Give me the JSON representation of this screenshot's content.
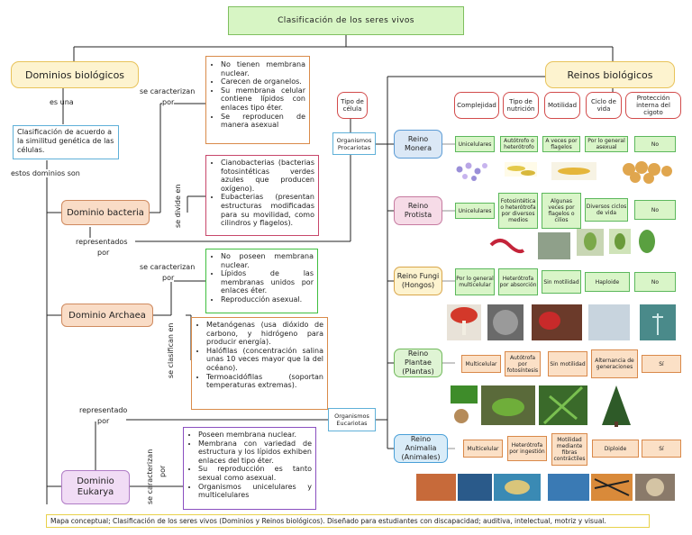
{
  "title": "Clasificación de los seres vivos",
  "dominios": {
    "label": "Dominios biológicos",
    "es_una": "es una",
    "definicion": "Clasificación de acuerdo a la similitud genética de las células.",
    "estos_son": "estos dominios son",
    "bacteria": {
      "label": "Dominio bacteria",
      "se_caracterizan": "se caracterizan",
      "por": "por",
      "caracteristicas": [
        "No tienen membrana nuclear.",
        "Carecen de organelos.",
        "Su membrana celular contiene lípidos con enlaces tipo éter.",
        "Se reproducen de manera asexual"
      ],
      "se_divide_en": "se divide en",
      "divisiones": [
        "Cianobacterias (bacterias fotosintéticas verdes azules que producen oxígeno).",
        "Eubacterias (presentan estructuras modificadas para su movilidad, como cilindros y flagelos)."
      ],
      "representados": "representados",
      "por2": "por"
    },
    "archaea": {
      "label": "Dominio Archaea",
      "se_caracterizan": "se caracterizan",
      "por": "por",
      "caracteristicas": [
        "No poseen membrana nuclear.",
        "Lípidos de las membranas unidos por enlaces éter.",
        "Reproducción asexual."
      ],
      "se_clasifican_en": "se clasifican en",
      "clases": [
        "Metanógenas (usa dióxido de carbono, y hidrógeno para producir energía).",
        "Halófilas (concentración salina unas 10 veces mayor que la del océano).",
        "Termoacidófilas (soportan temperaturas extremas)."
      ]
    },
    "eukarya": {
      "label": "Dominio Eukarya",
      "representado": "representado",
      "por": "por",
      "se_caracterizan": "se caracterizan",
      "por2": "por",
      "caracteristicas": [
        "Poseen membrana nuclear.",
        "Membrana con variedad de estructura y los lípidos exhiben enlaces del tipo éter.",
        "Su reproducción es tanto sexual como asexual.",
        "Organismos unicelulares y multicelulares"
      ]
    }
  },
  "organismos": {
    "tipo_celula": "Tipo de célula",
    "procariotas": "Organismos Procariotas",
    "eucariotas": "Organismos Eucariotas"
  },
  "reinos": {
    "label": "Reinos biológicos",
    "headers": [
      "Complejidad",
      "Tipo de nutrición",
      "Motilidad",
      "Ciclo de vida",
      "Protección interna del cigoto"
    ],
    "rows": [
      {
        "name": "Reino Monera",
        "cells": [
          "Unicelulares",
          "Autótrofo o heterótrofo",
          "A veces por flagelos",
          "Por lo general asexual",
          "No"
        ]
      },
      {
        "name": "Reino Protista",
        "cells": [
          "Unicelulares",
          "Fotosintética o heterótrofa por diversos medios",
          "Algunas veces por flagelos o cilios",
          "Diversos ciclos de vida",
          "No"
        ]
      },
      {
        "name": "Reino Fungi (Hongos)",
        "cells": [
          "Por lo general multicelular",
          "Heterótrofa por absorción",
          "Sin motilidad",
          "Haploide",
          "No"
        ]
      },
      {
        "name": "Reino Plantae (Plantas)",
        "cells": [
          "Multicelular",
          "Autótrofa por fotosíntesis",
          "Sin motilidad",
          "Alternancia de generaciones",
          "Sí"
        ]
      },
      {
        "name": "Reino Animalia (Animales)",
        "cells": [
          "Multicelular",
          "Heterótrofa por ingestión",
          "Motilidad mediante fibras contráctiles",
          "Diploide",
          "Sí"
        ]
      }
    ]
  },
  "footer": "Mapa conceptual; Clasificación de los seres vivos (Dominios y Reinos biológicos). Diseñado para estudiantes con discapacidad; auditiva, intelectual, motriz y visual.",
  "colors": {
    "title_bg": "#d7f5c4",
    "pill_bg": "#fdf3cf",
    "domain_bg": "#f9dcc6",
    "eukarya_bg": "#f1dcf5"
  }
}
